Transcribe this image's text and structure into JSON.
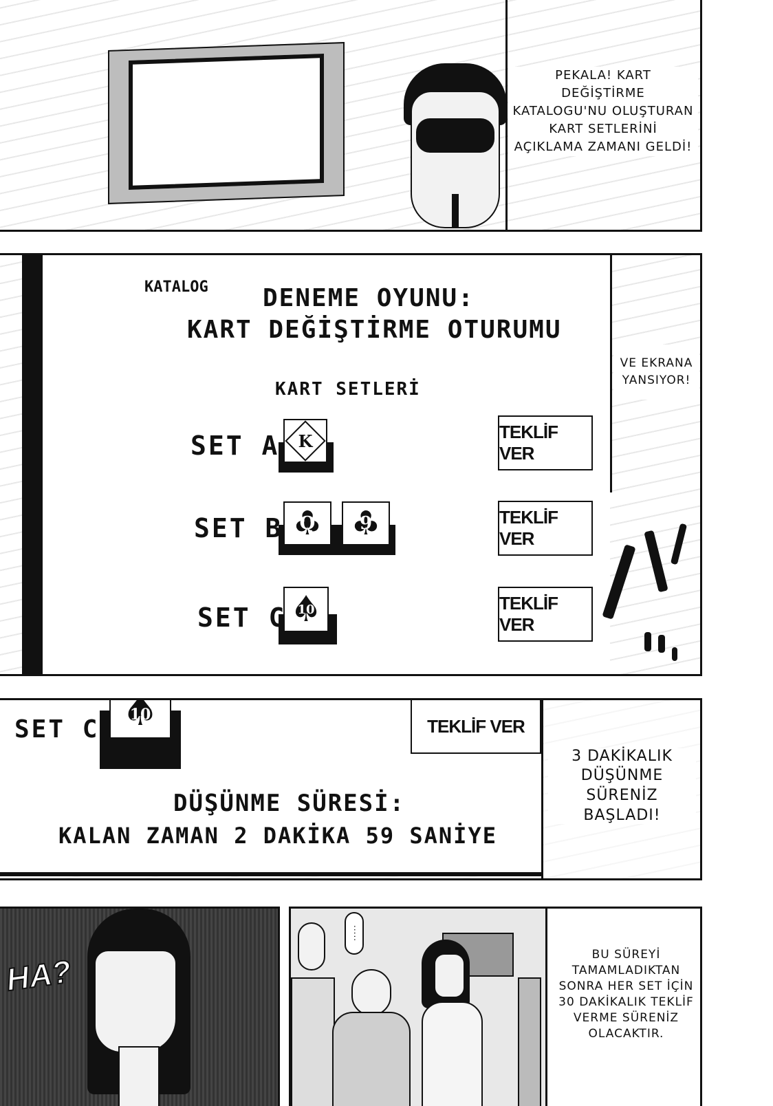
{
  "panel1": {
    "bubble": "PEKALA! KART DEĞİŞTİRME KATALOGU'NU OLUŞTURAN KART SETLERİNİ AÇIKLAMA ZAMANI GELDİ!"
  },
  "panel2": {
    "catalog_label": "KATALOG",
    "title_line1": "DENEME OYUNU:",
    "title_line2": "KART DEĞİŞTİRME OTURUMU",
    "subtitle": "KART SETLERİ",
    "sets": [
      {
        "label": "SET A",
        "cards": [
          "K"
        ],
        "button": "TEKLİF VER"
      },
      {
        "label": "SET B",
        "cards": [
          "Q",
          "9"
        ],
        "button": "TEKLİF VER"
      },
      {
        "label": "SET C",
        "cards": [
          "10"
        ],
        "button": "TEKLİF VER"
      }
    ],
    "side_bubble": "VE EKRANA YANSIYOR!"
  },
  "panel3": {
    "set_label": "SET C",
    "card": "10",
    "button": "TEKLİF VER",
    "timer_line1": "DÜŞÜNME SÜRESİ:",
    "timer_line2": "KALAN ZAMAN 2 DAKİKA 59 SANİYE",
    "side_bubble": "3 DAKİKALIK DÜŞÜNME SÜRENİZ BAŞLADI!"
  },
  "panel4": {
    "sfx": "HA?"
  },
  "panel5": {
    "thought": "·····",
    "side_bubble": "BU SÜREYİ TAMAMLADIKTAN SONRA HER SET İÇİN 30 DAKİKALIK TEKLİF VERME SÜRENİZ OLACAKTIR."
  },
  "card_suits": {
    "K": "diamond",
    "Q": "club",
    "9": "club",
    "10": "spade"
  }
}
